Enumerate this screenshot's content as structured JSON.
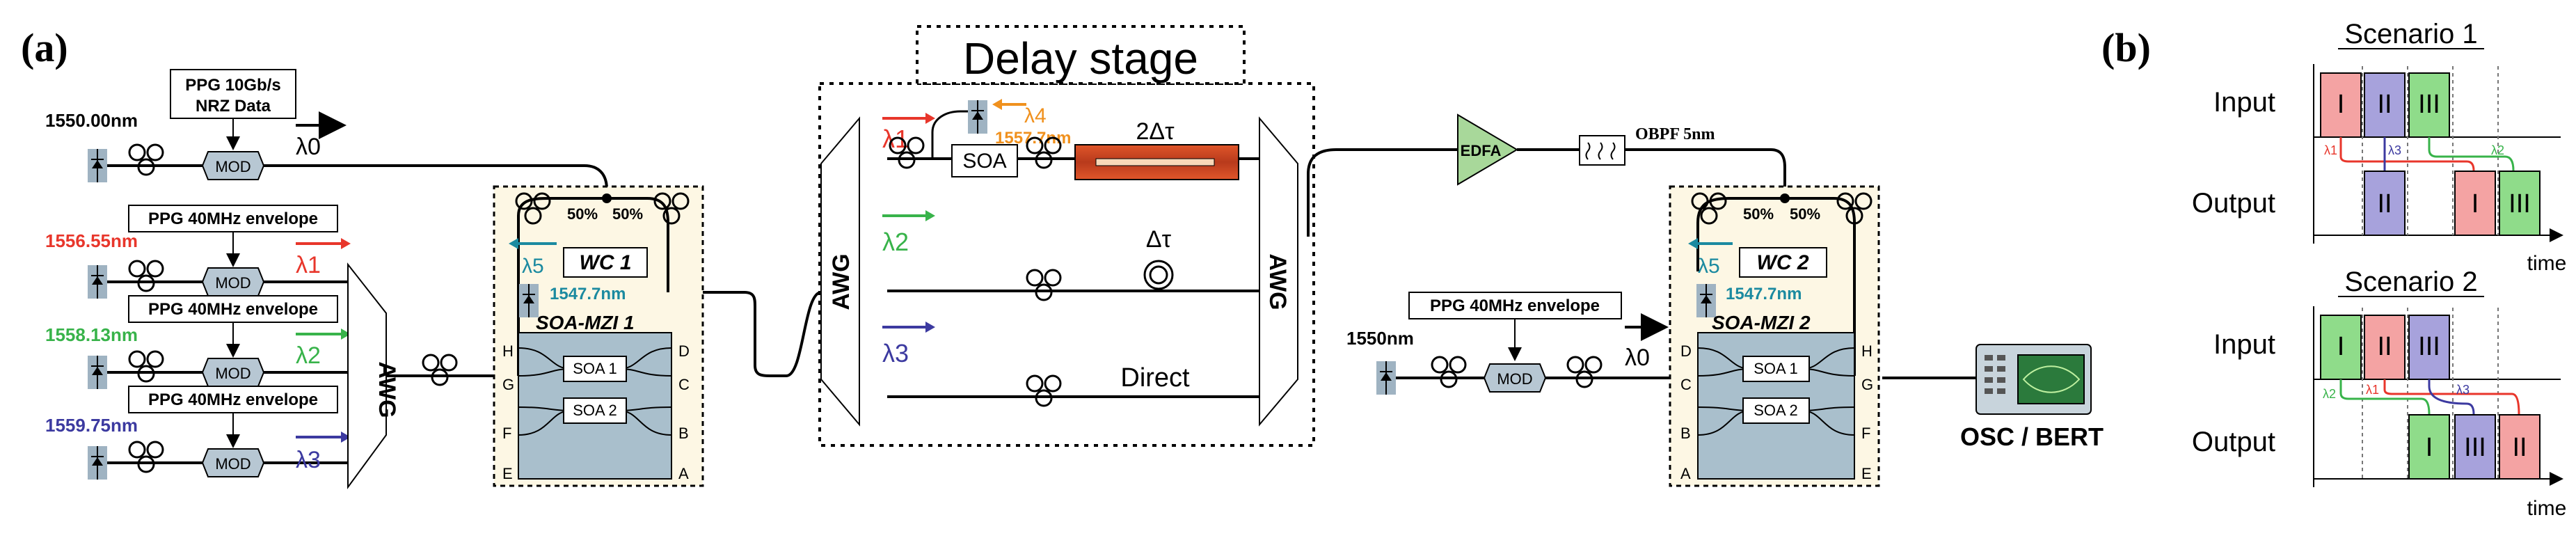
{
  "panels": {
    "a_label": "(a)",
    "b_label": "(b)"
  },
  "transmitter": {
    "ppg_nrz": "PPG 10Gb/s",
    "ppg_nrz_line2": "NRZ Data",
    "ppg_env": "PPG 40MHz envelope",
    "mod": "MOD",
    "wl0": "1550.00nm",
    "wl1": "1556.55nm",
    "wl2": "1558.13nm",
    "wl3": "1559.75nm",
    "lambda0": "λ0",
    "lambda1": "λ1",
    "lambda2": "λ2",
    "lambda3": "λ3",
    "awg": "AWG"
  },
  "wc1": {
    "title": "WC 1",
    "mzi": "SOA-MZI 1",
    "lambda5": "λ5",
    "wl": "1547.7nm",
    "soa1": "SOA 1",
    "soa2": "SOA 2",
    "coupler": "50%",
    "ports_left": [
      "H",
      "G",
      "F",
      "E"
    ],
    "ports_right": [
      "D",
      "C",
      "B",
      "A"
    ]
  },
  "delay": {
    "title": "Delay stage",
    "awg_left": "AWG",
    "awg_right": "AWG",
    "lambda1": "λ1",
    "lambda2": "λ2",
    "lambda3": "λ3",
    "lambda4": "λ4",
    "wl4": "1557.7nm",
    "soa": "SOA",
    "two_dt": "2Δτ",
    "dt": "Δτ",
    "direct": "Direct"
  },
  "amp": {
    "edfa": "EDFA",
    "obpf": "OBPF 5nm"
  },
  "wc2": {
    "title": "WC 2",
    "mzi": "SOA-MZI 2",
    "lambda5": "λ5",
    "wl": "1547.7nm",
    "soa1": "SOA 1",
    "soa2": "SOA 2",
    "coupler": "50%",
    "ports_left": [
      "D",
      "C",
      "B",
      "A"
    ],
    "ports_right": [
      "H",
      "G",
      "F",
      "E"
    ],
    "ppg_env": "PPG 40MHz envelope",
    "wl_in": "1550nm",
    "mod": "MOD",
    "lambda0": "λ0"
  },
  "receiver": {
    "label": "OSC / BERT"
  },
  "scenarios": [
    {
      "title": "Scenario 1",
      "input_label": "Input",
      "output_label": "Output",
      "time_label": "time",
      "inputs": [
        "I",
        "II",
        "III"
      ],
      "outputs": [
        "II",
        "I",
        "III"
      ],
      "tags": [
        "λ1",
        "λ3",
        "λ2"
      ]
    },
    {
      "title": "Scenario 2",
      "input_label": "Input",
      "output_label": "Output",
      "time_label": "time",
      "inputs": [
        "I",
        "II",
        "III"
      ],
      "outputs": [
        "I",
        "III",
        "II"
      ],
      "tags": [
        "λ2",
        "λ1",
        "λ3"
      ]
    }
  ],
  "colors": {
    "red": "#e8362b",
    "green": "#38b34a",
    "blue": "#3c3aa0",
    "orange": "#f0911e",
    "teal": "#1b8aa0",
    "box_fill": "#fdf7e4",
    "soa_fill": "#a9bfcc",
    "edfa_fill": "#a8d89a",
    "pulse_red": "#f4a3a3",
    "pulse_blue": "#a7a2dc",
    "pulse_green": "#8fdc8a"
  }
}
